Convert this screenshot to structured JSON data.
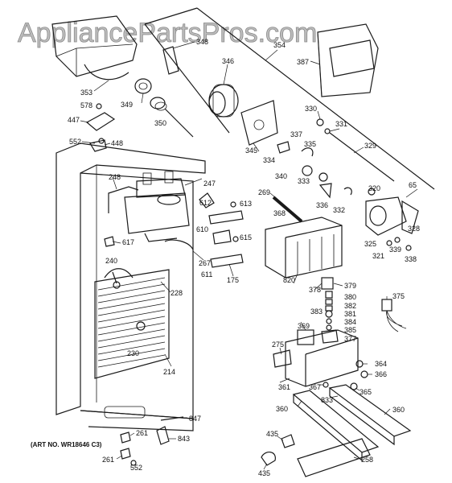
{
  "watermark": "AppliancePartsPros.com",
  "art_number": "(ART NO. WR18646 C3)",
  "callouts": [
    "348",
    "346",
    "354",
    "387",
    "353",
    "349",
    "350",
    "578",
    "447",
    "552",
    "448",
    "330",
    "331",
    "337",
    "335",
    "329",
    "345",
    "334",
    "340",
    "333",
    "336",
    "332",
    "320",
    "65",
    "248",
    "247",
    "612",
    "613",
    "269",
    "368",
    "617",
    "610",
    "615",
    "325",
    "321",
    "339",
    "338",
    "328",
    "240",
    "267",
    "611",
    "175",
    "820",
    "228",
    "378",
    "379",
    "380",
    "382",
    "381",
    "383",
    "384",
    "385",
    "377",
    "375",
    "230",
    "214",
    "275",
    "369",
    "364",
    "366",
    "361",
    "367",
    "365",
    "833",
    "360",
    "847",
    "843",
    "261",
    "435",
    "258"
  ],
  "colors": {
    "line": "#1a1a1a",
    "background": "#ffffff",
    "watermark": "#bdbdbd"
  }
}
